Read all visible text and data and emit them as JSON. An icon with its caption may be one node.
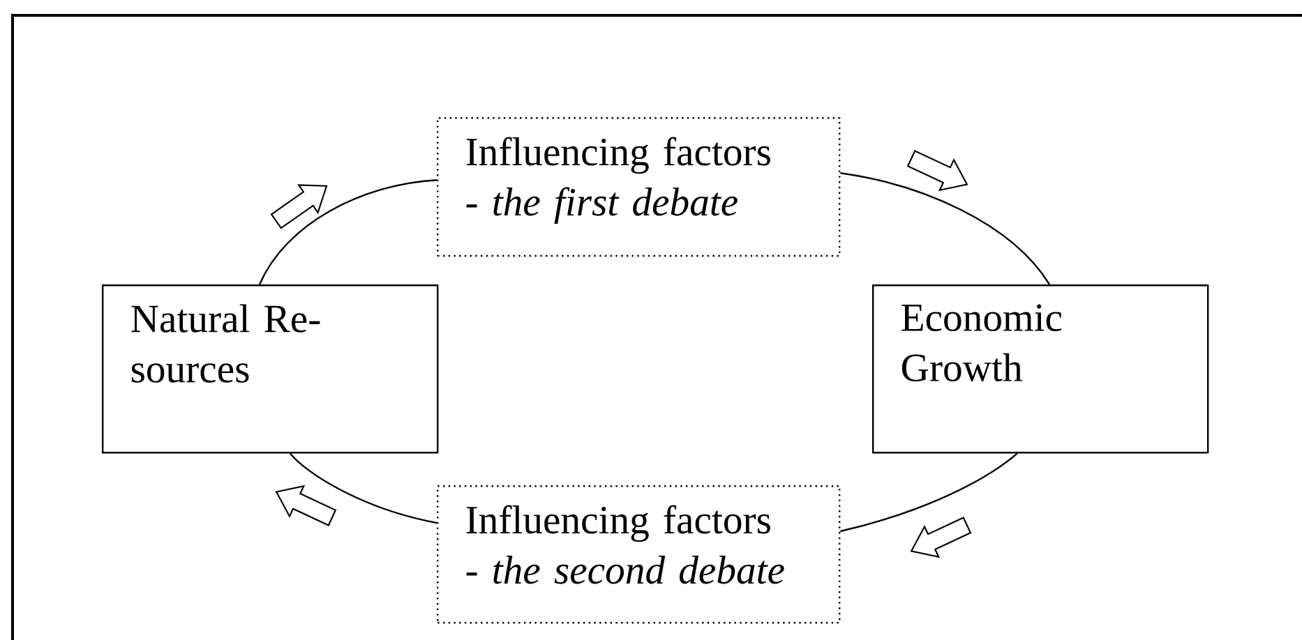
{
  "diagram": {
    "nodes": [
      {
        "text": [
          "Influencing factors",
          "- *the first debate*"
        ]
      },
      {
        "text": [
          "Natural Re- sources"
        ]
      },
      {
        "text": [
          "Economic Growth"
        ]
      },
      {
        "text": [
          "Influencing factors",
          "- *the second debate*"
        ]
      }
    ],
    "edges": [
      {
        "from": 1,
        "to": 0,
        "arrow": "none"
      },
      {
        "from": 0,
        "to": 2,
        "arrow": "none"
      },
      {
        "from": 2,
        "to": 3,
        "arrow": "none"
      },
      {
        "from": 3,
        "to": 1,
        "arrow": "none"
      }
    ]
  }
}
